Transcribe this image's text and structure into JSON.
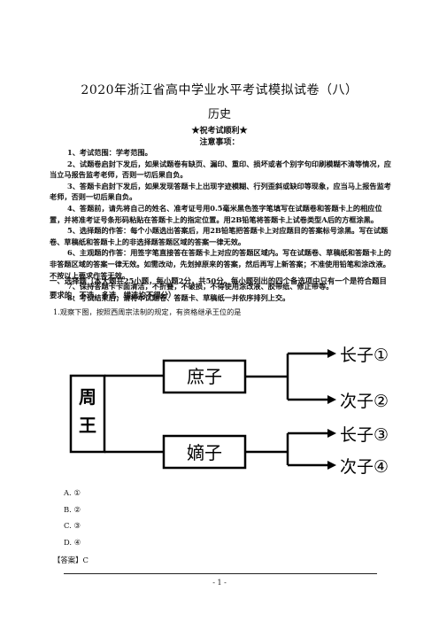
{
  "document": {
    "title": "2020年浙江省高中学业水平考试模拟试卷（八）",
    "subject": "历史",
    "blessing": "★祝考试顺利★",
    "notice_heading": "注意事项：",
    "notes": [
      "1、考试范围：学考范围。",
      "2、试题卷启封下发后，如果试题卷有缺页、漏印、重印、损坏或者个别字句印刷模糊不清等情况，应当立马报告监考老师，否则一切后果自负。",
      "3、答题卡启封下发后，如果发现答题卡上出现字迹模糊、行列歪斜或缺印等现象，应当马上报告监考老师，否则一切后果自负。",
      "4、答题前，请先将自己的姓名、准考证号用0.5毫米黑色签字笔填写在试题卷和答题卡上的相应位置，并将准考证号条形码粘贴在答题卡上的指定位置。用2B铅笔将答题卡上试卷类型A后的方框涂黑。",
      "5、选择题的作答：每个小题选出答案后，用2B铅笔把答题卡上对应题目的答案标号涂黑。写在试题卷、草稿纸和答题卡上的非选择题答题区域的答案一律无效。",
      "6、主观题的作答：用签字笔直接答在答题卡上对应的答题区域内。写在试题卷、草稿纸和答题卡上的非答题区域的答案一律无效。如需改动，先划掉原来的答案，然后再写上新答案；不准使用铅笔和涂改液。不按以上要求作答无效。",
      "7、保持答题卡卡面清洁，不折叠，不破损，不得使用涂改液、胶带纸、修正带等。",
      "8、考试结束后，请将本试题卷、答题卡、草稿纸一并依序排列上交。"
    ],
    "section_heading": "一、选择题（本大题共25小题，每小题2分，共50分。每小题列出的四个备选项中只有一个是符合题目要求的，不选、多选、错选均不得分）",
    "question": "1.观察下图，按照西周宗法制的规定，有资格继承王位的是",
    "diagram": {
      "king": "周王",
      "branch_top": "庶子",
      "branch_bottom": "嫡子",
      "leaves": [
        "长子①",
        "次子②",
        "长子③",
        "次子④"
      ]
    },
    "options": [
      "A.  ①",
      "B.  ②",
      "C.  ③",
      "D.  ④"
    ],
    "answer": "【答案】C",
    "page_number": "- 1 -"
  }
}
